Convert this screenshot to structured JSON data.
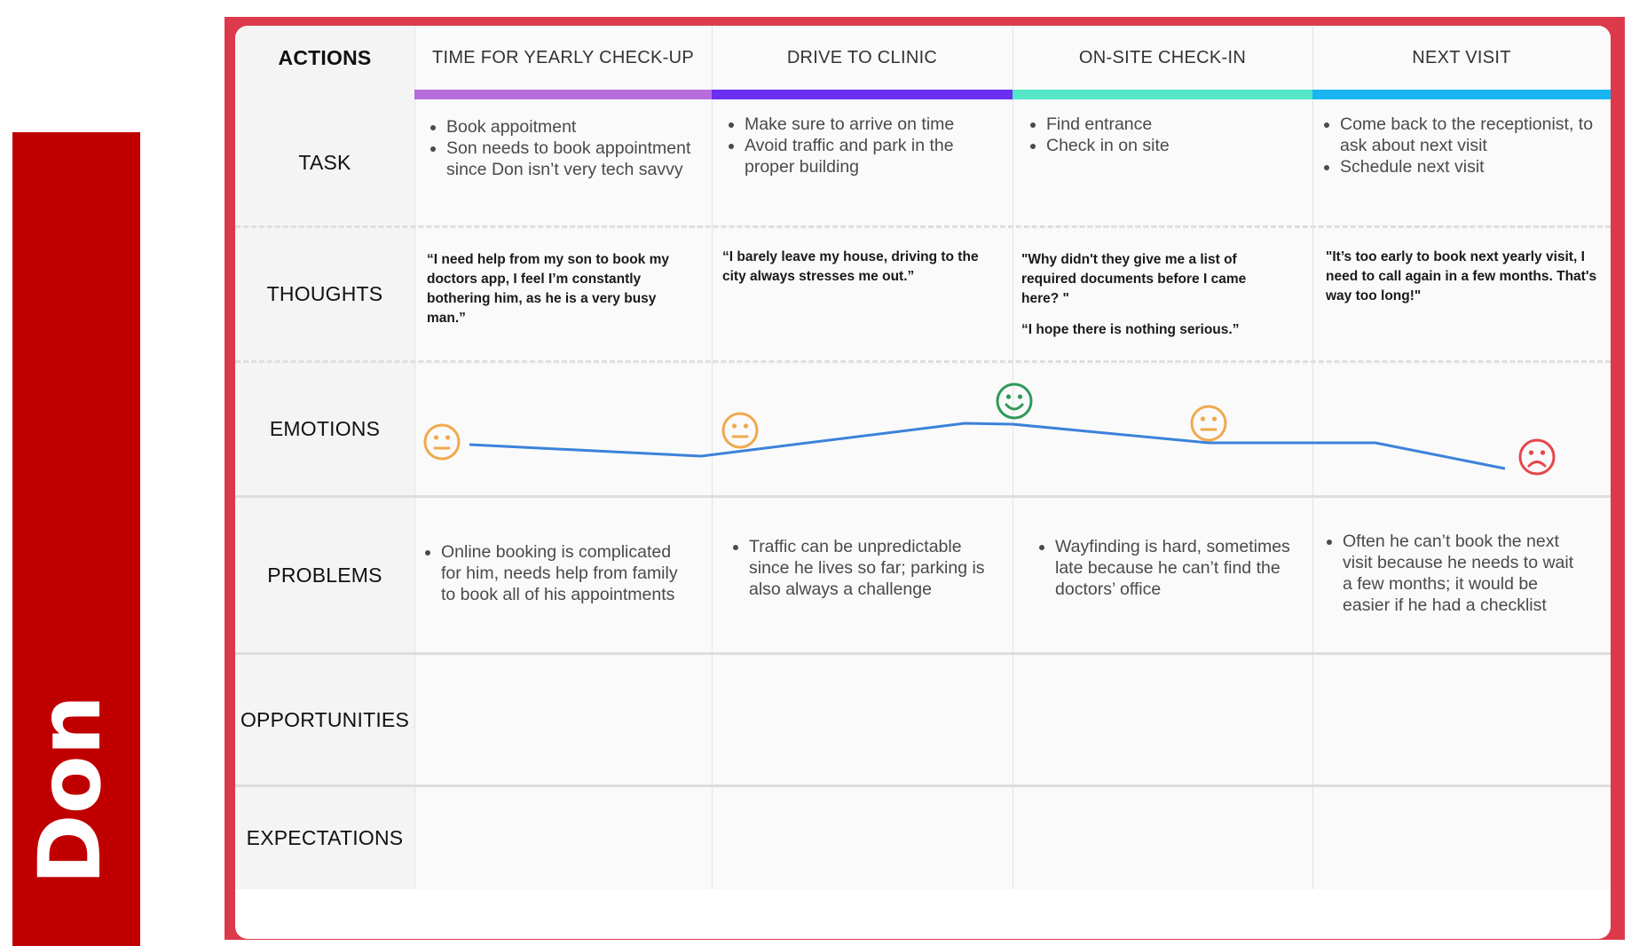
{
  "persona": {
    "name": "Don",
    "color": "#c00000"
  },
  "frame_color": "#dc3a4b",
  "row_labels": {
    "actions": "ACTIONS",
    "task": "TASK",
    "thoughts": "THOUGHTS",
    "emotions": "EMOTIONS",
    "problems": "PROBLEMS",
    "opportunities": "OPPORTUNITIES",
    "expectations": "EXPECTATIONS"
  },
  "phases": [
    {
      "title": "TIME FOR YEARLY CHECK-UP",
      "color": "#b76ddc",
      "tasks": [
        "Book appoitment",
        "Son needs to book appointment since Don isn’t very tech savvy"
      ],
      "thoughts": [
        "“I need help from my son to book my doctors app, I feel I’m constantly bothering him, as he is a very busy man.”"
      ],
      "problems": [
        "Online booking is complicated for him, needs help from family to book all of his appointments"
      ]
    },
    {
      "title": "DRIVE TO CLINIC",
      "color": "#6a2ff2",
      "tasks": [
        "Make sure to arrive on time",
        "Avoid traffic and park in the proper building"
      ],
      "thoughts": [
        "“I barely leave my house, driving to the city always stresses me out.”"
      ],
      "problems": [
        "Traffic can be unpredictable since he lives so far; parking is also always a challenge"
      ]
    },
    {
      "title": "ON-SITE CHECK-IN",
      "color": "#55e6c8",
      "tasks": [
        "Find entrance",
        "Check in on site"
      ],
      "thoughts": [
        "\"Why didn't they give me a list of required documents before I came here? \"",
        "“I hope there is nothing serious.”"
      ],
      "problems": [
        "Wayfinding is hard, sometimes late because he can’t find the doctors’ office"
      ]
    },
    {
      "title": "NEXT VISIT",
      "color": "#1ab5f0",
      "tasks": [
        "Come back to the receptionist, to ask about next visit",
        "Schedule next visit"
      ],
      "thoughts": [
        "\"It’s too early to book next yearly visit, I need to call again in a few months. That's way too long!\""
      ],
      "problems": [
        "Often he can’t book the next visit because he needs to wait a few months; it would be easier if he had a checklist"
      ]
    }
  ],
  "emotions": {
    "line_color": "#3b82d9",
    "faces": [
      {
        "mood": "neutral-face-icon",
        "color": "#f0a94f"
      },
      {
        "mood": "neutral-face-icon",
        "color": "#f0a94f"
      },
      {
        "mood": "happy-face-icon",
        "color": "#2e9a58"
      },
      {
        "mood": "neutral-face-icon",
        "color": "#f0a94f"
      },
      {
        "mood": "sad-face-icon",
        "color": "#e5474b"
      }
    ]
  }
}
